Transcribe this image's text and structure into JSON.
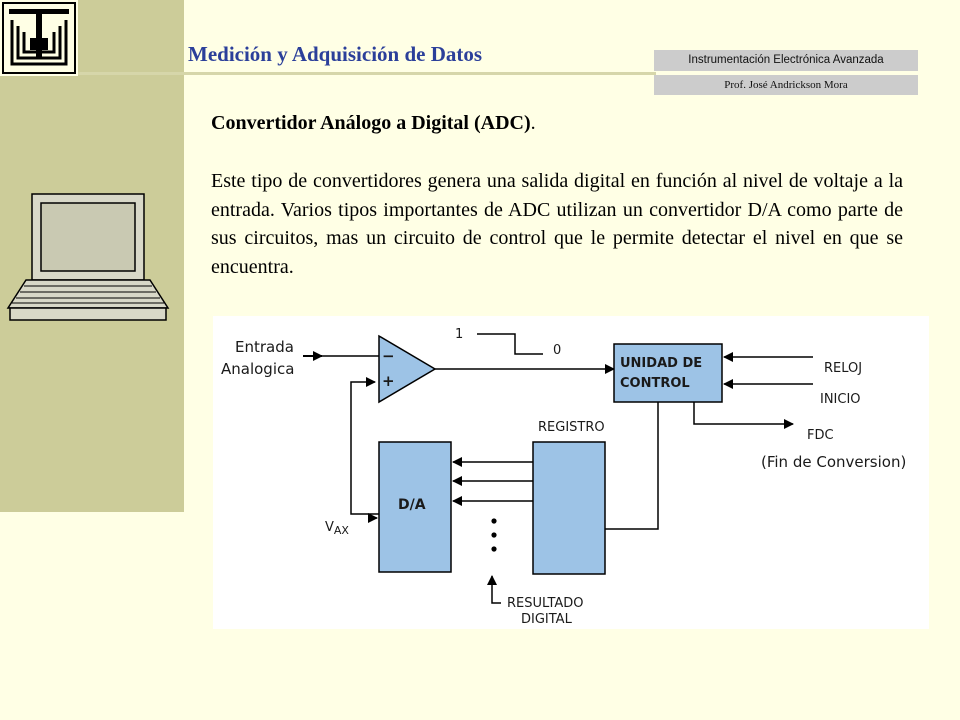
{
  "header": {
    "title": "Medición y Adquisición de Datos",
    "course": "Instrumentación Electrónica Avanzada",
    "professor": "Prof. José Andrickson Mora"
  },
  "slide": {
    "heading": "Convertidor Análogo a Digital (ADC)",
    "heading_period": ".",
    "paragraph": "Este tipo de convertidores genera una salida digital en función al nivel de voltaje a la entrada. Varios tipos importantes de ADC utilizan un convertidor D/A como parte de sus circuitos, mas un circuito de control que le permite detectar el nivel en que se encuentra."
  },
  "diagram": {
    "input_label_1": "Entrada",
    "input_label_2": "Analogica",
    "minus": "−",
    "plus": "+",
    "level_high": "1",
    "level_low": "0",
    "control_1": "UNIDAD DE",
    "control_2": "CONTROL",
    "clock": "RELOJ",
    "start": "INICIO",
    "eoc": "FDC",
    "eoc_desc": "(Fin de Conversion)",
    "register": "REGISTRO",
    "dac": "D/A",
    "vax_main": "V",
    "vax_sub": "AX",
    "result_1": "RESULTADO",
    "result_2": "DIGITAL"
  },
  "colors": {
    "title": "#2b3f9a",
    "block_fill": "#9dc3e6",
    "sidebar": "#cccc99",
    "background": "#ffffe5"
  }
}
